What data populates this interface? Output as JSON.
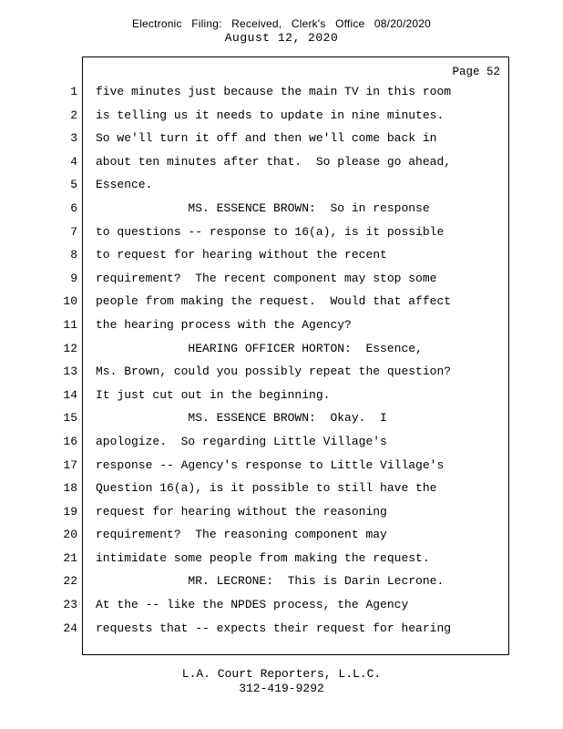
{
  "header": {
    "stamp": "Electronic Filing: Received, Clerk's Office 08/20/2020",
    "date": "August 12, 2020"
  },
  "page_label": "Page 52",
  "transcript": {
    "lines": [
      {
        "num": "1",
        "text": "five minutes just because the main TV in this room"
      },
      {
        "num": "2",
        "text": "is telling us it needs to update in nine minutes."
      },
      {
        "num": "3",
        "text": "So we'll turn it off and then we'll come back in"
      },
      {
        "num": "4",
        "text": "about ten minutes after that.  So please go ahead,"
      },
      {
        "num": "5",
        "text": "Essence."
      },
      {
        "num": "6",
        "text": "             MS. ESSENCE BROWN:  So in response"
      },
      {
        "num": "7",
        "text": "to questions -- response to 16(a), is it possible"
      },
      {
        "num": "8",
        "text": "to request for hearing without the recent"
      },
      {
        "num": "9",
        "text": "requirement?  The recent component may stop some"
      },
      {
        "num": "10",
        "text": "people from making the request.  Would that affect"
      },
      {
        "num": "11",
        "text": "the hearing process with the Agency?"
      },
      {
        "num": "12",
        "text": "             HEARING OFFICER HORTON:  Essence,"
      },
      {
        "num": "13",
        "text": "Ms. Brown, could you possibly repeat the question?"
      },
      {
        "num": "14",
        "text": "It just cut out in the beginning."
      },
      {
        "num": "15",
        "text": "             MS. ESSENCE BROWN:  Okay.  I"
      },
      {
        "num": "16",
        "text": "apologize.  So regarding Little Village's"
      },
      {
        "num": "17",
        "text": "response -- Agency's response to Little Village's"
      },
      {
        "num": "18",
        "text": "Question 16(a), is it possible to still have the"
      },
      {
        "num": "19",
        "text": "request for hearing without the reasoning"
      },
      {
        "num": "20",
        "text": "requirement?  The reasoning component may"
      },
      {
        "num": "21",
        "text": "intimidate some people from making the request."
      },
      {
        "num": "22",
        "text": "             MR. LECRONE:  This is Darin Lecrone."
      },
      {
        "num": "23",
        "text": "At the -- like the NPDES process, the Agency"
      },
      {
        "num": "24",
        "text": "requests that -- expects their request for hearing"
      }
    ]
  },
  "footer": {
    "company": "L.A. Court Reporters, L.L.C.",
    "phone": "312-419-9292"
  }
}
